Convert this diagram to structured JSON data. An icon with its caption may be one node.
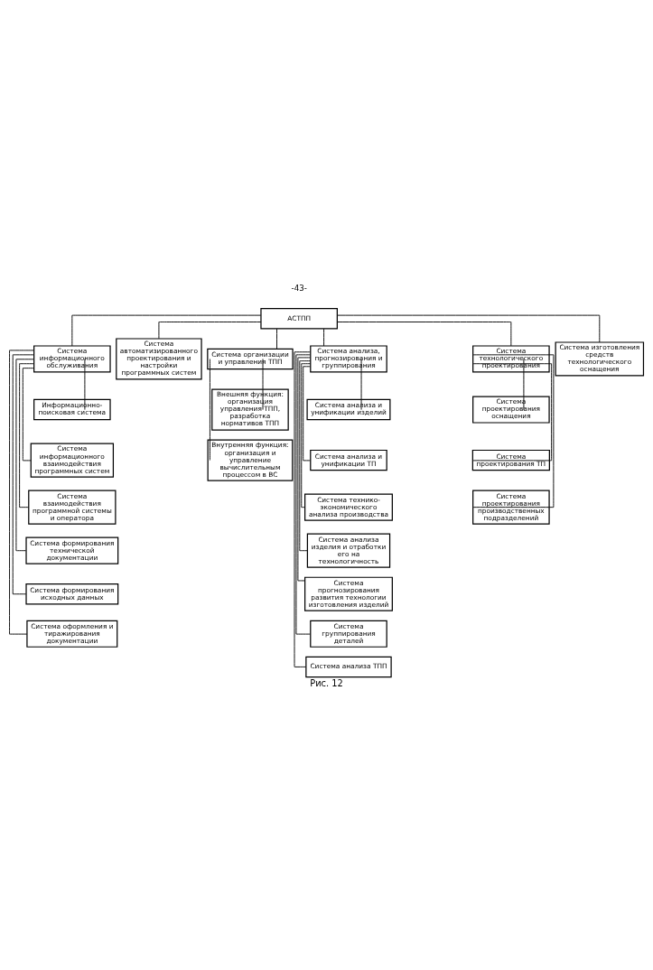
{
  "diagram": {
    "caption": "Рис. 12",
    "nodes": [
      {
        "text": [
          "АСТПП"
        ]
      },
      {
        "text": [
          "Система информационного обслуживания"
        ]
      },
      {
        "text": [
          "Информационно-поисковая система"
        ]
      },
      {
        "text": [
          "Система информационного взаимодействия программных систем"
        ]
      },
      {
        "text": [
          "Система взаимодействия программной системы и оператора"
        ]
      },
      {
        "text": [
          "Система формирования технической документации"
        ]
      },
      {
        "text": [
          "Система формирования исходных данных"
        ]
      },
      {
        "text": [
          "Система оформления и тиражирования документации"
        ]
      },
      {
        "text": [
          "Система автоматизированного проектирования и настройки программных систем"
        ]
      },
      {
        "text": [
          "Система организации и управления ТПП"
        ]
      },
      {
        "text": [
          "Внешняя функция: организация управления ТПП, разработка нормативов ТПП"
        ]
      },
      {
        "text": [
          "Внутренняя функция: организация и управление вычислительным процессом в ВС"
        ]
      },
      {
        "text": [
          "Система анализа, прогнозирования и группирования"
        ]
      },
      {
        "text": [
          "Система анализа и унификации изделий"
        ]
      },
      {
        "text": [
          "Система анализа и унификации ТП"
        ]
      },
      {
        "text": [
          "Система технико-экономического анализа производства"
        ]
      },
      {
        "text": [
          "Система анализа изделия и отработки его на технологичность"
        ]
      },
      {
        "text": [
          "Система прогнозирования развития технологии изготовления изделий"
        ]
      },
      {
        "text": [
          "Система группирования деталей"
        ]
      },
      {
        "text": [
          "Система анализа ТПП"
        ]
      },
      {
        "text": [
          "Система технологического проектирования"
        ]
      },
      {
        "text": [
          "Система проектирования оснащения"
        ]
      },
      {
        "text": [
          "Система проектирования ТП"
        ]
      },
      {
        "text": [
          "Система проектирования производственных подразделений"
        ]
      },
      {
        "text": [
          "Система изготовления средств технологического оснащения"
        ]
      }
    ],
    "edges": [
      {
        "from": 0,
        "to": 1,
        "arrow": "none"
      },
      {
        "from": 0,
        "to": 8,
        "arrow": "none"
      },
      {
        "from": 0,
        "to": 9,
        "arrow": "none"
      },
      {
        "from": 0,
        "to": 12,
        "arrow": "none"
      },
      {
        "from": 0,
        "to": 20,
        "arrow": "none"
      },
      {
        "from": 0,
        "to": 24,
        "arrow": "none"
      },
      {
        "from": 1,
        "to": 2,
        "arrow": "none"
      },
      {
        "from": 1,
        "to": 3,
        "arrow": "none"
      },
      {
        "from": 1,
        "to": 4,
        "arrow": "none"
      },
      {
        "from": 1,
        "to": 5,
        "arrow": "none"
      },
      {
        "from": 1,
        "to": 6,
        "arrow": "none"
      },
      {
        "from": 1,
        "to": 7,
        "arrow": "none"
      },
      {
        "from": 9,
        "to": 10,
        "arrow": "none"
      },
      {
        "from": 9,
        "to": 11,
        "arrow": "none"
      },
      {
        "from": 12,
        "to": 13,
        "arrow": "none"
      },
      {
        "from": 12,
        "to": 14,
        "arrow": "none"
      },
      {
        "from": 12,
        "to": 15,
        "arrow": "none"
      },
      {
        "from": 12,
        "to": 16,
        "arrow": "none"
      },
      {
        "from": 12,
        "to": 17,
        "arrow": "none"
      },
      {
        "from": 12,
        "to": 18,
        "arrow": "none"
      },
      {
        "from": 12,
        "to": 19,
        "arrow": "none"
      },
      {
        "from": 20,
        "to": 21,
        "arrow": "none"
      },
      {
        "from": 20,
        "to": 22,
        "arrow": "none"
      },
      {
        "from": 20,
        "to": 23,
        "arrow": "none"
      }
    ],
    "labels": [
      "-43-"
    ]
  }
}
